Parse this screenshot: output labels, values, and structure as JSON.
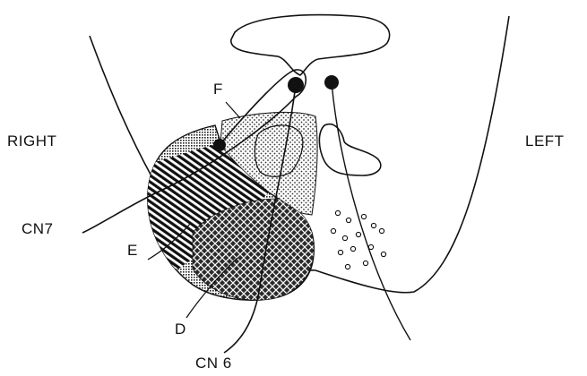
{
  "labels": {
    "right": "RIGHT",
    "left": "LEFT",
    "cn7": "CN7",
    "e": "E",
    "d": "D",
    "f": "F",
    "cn6": "CN 6"
  },
  "colors": {
    "ink": "#111111",
    "paper": "#ffffff"
  }
}
